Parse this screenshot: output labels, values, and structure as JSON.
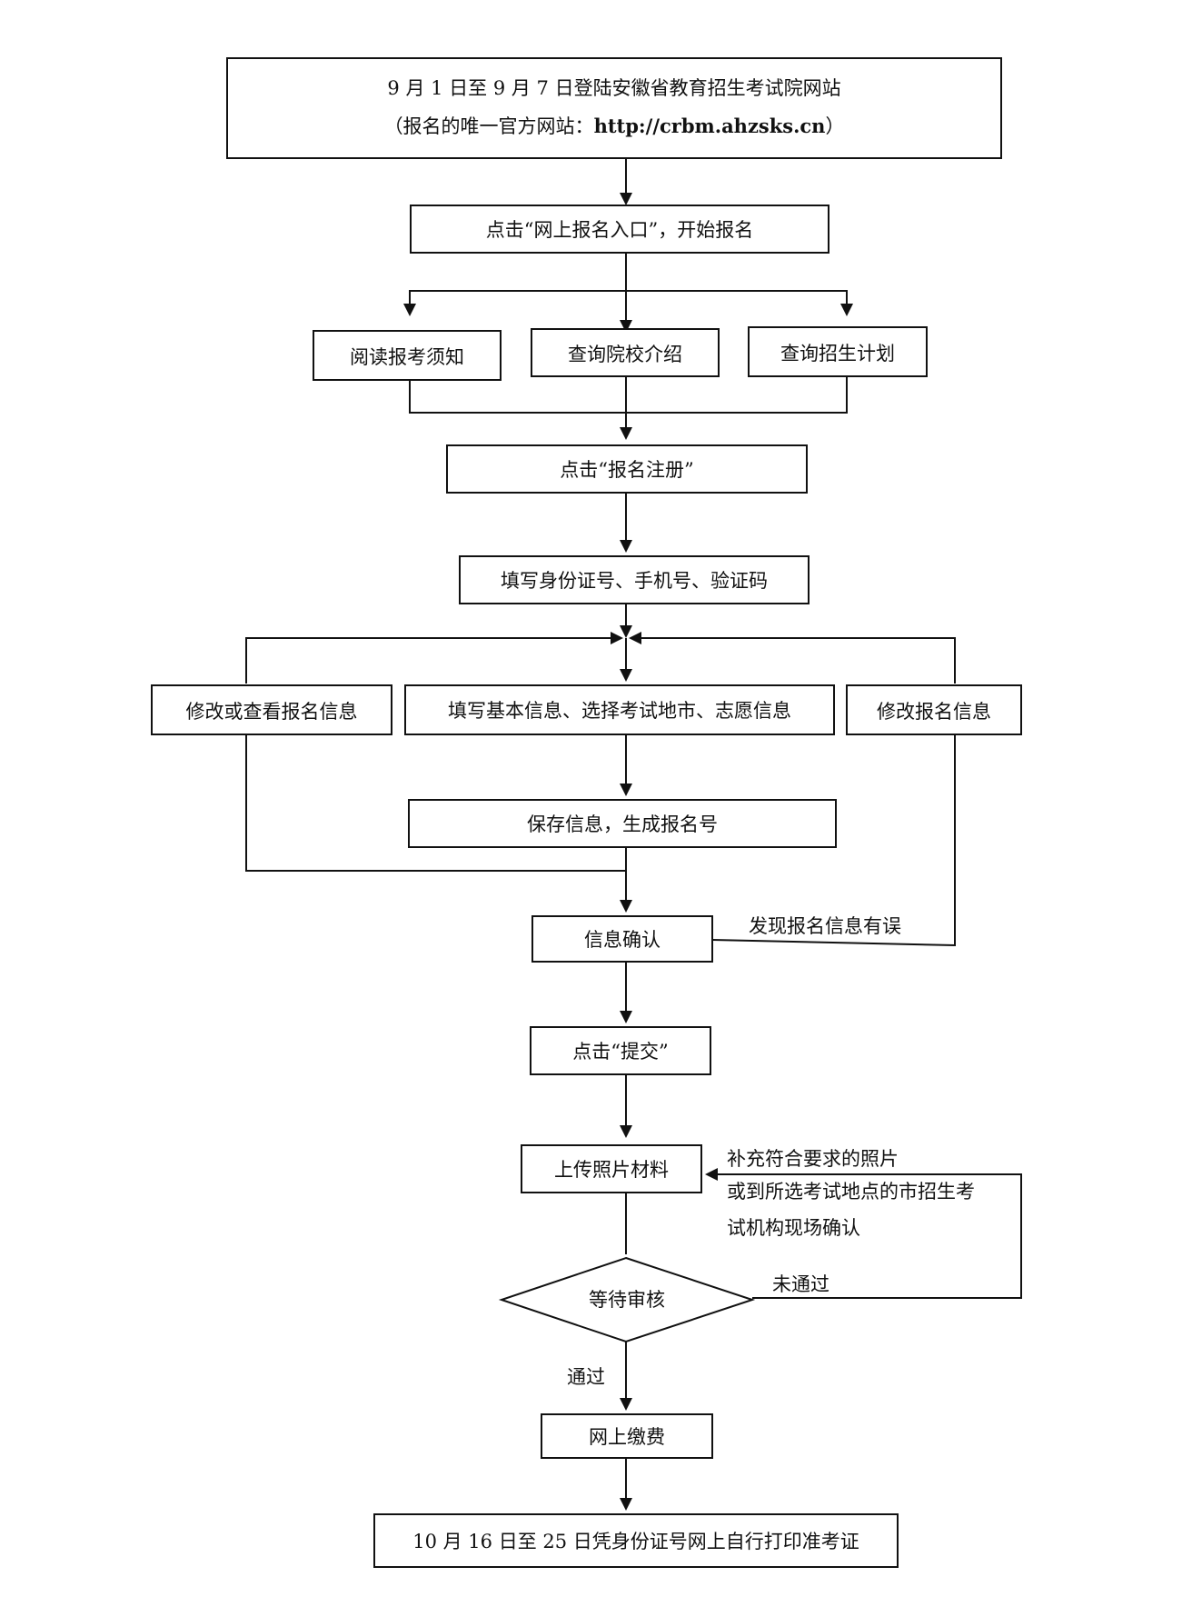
{
  "nodes": {
    "start_line1": "9 月 1 日至 9 月 7 日登陆安徽省教育招生考试院网站",
    "start_line2_prefix": "（报名的唯一官方网站：",
    "start_line2_url": "http://crbm.ahzsks.cn",
    "start_line2_suffix": "）",
    "click_entry": "点击“网上报名入口”，开始报名",
    "read_notice": "阅读报考须知",
    "query_school": "查询院校介绍",
    "query_plan": "查询招生计划",
    "click_register": "点击“报名注册”",
    "fill_id": "填写身份证号、手机号、验证码",
    "modify_view": "修改或查看报名信息",
    "fill_basic": "填写基本信息、选择考试地市、志愿信息",
    "modify_info": "修改报名信息",
    "save_info": "保存信息，生成报名号",
    "confirm_info": "信息确认",
    "click_submit": "点击“提交”",
    "upload_photo": "上传照片材料",
    "wait_review": "等待审核",
    "pay_online": "网上缴费",
    "print_ticket": "10 月 16 日至 25 日凭身份证号网上自行打印准考证"
  },
  "edge_labels": {
    "info_error": "发现报名信息有误",
    "supplement_line1": "补充符合要求的照片",
    "supplement_line2": "或到所选考试地点的市招生考",
    "supplement_line3": "试机构现场确认",
    "not_passed": "未通过",
    "passed": "通过"
  }
}
